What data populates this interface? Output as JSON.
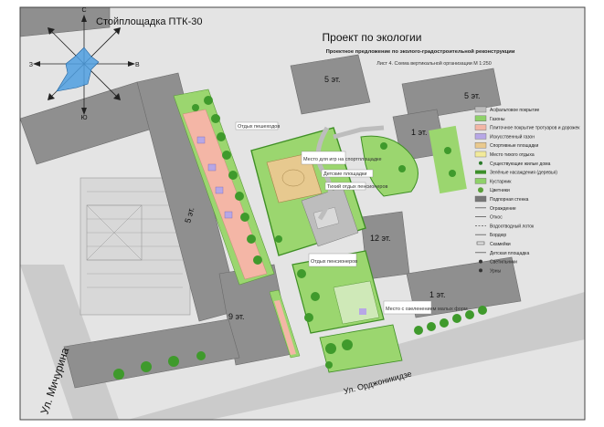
{
  "site": {
    "name": "Стойплощадка ПТК-30"
  },
  "compass": {
    "north": "С",
    "south": "Ю",
    "west": "З",
    "east": "В"
  },
  "header": {
    "title": "Проект по экологии",
    "subtitle": "Проектное предложение по эколого-градостроительной реконструкции",
    "sheet": "Лист 4. Схема вертикальной организации М 1:250"
  },
  "buildings": {
    "b_top_center": "5 эт.",
    "b_top_right": "5 эт.",
    "b_mid_right": "1 эт.",
    "b_left": "5 эт.",
    "b_tower": "12 эт.",
    "b_bottom": "9 эт.",
    "b_bottom_right": "1 эт."
  },
  "streets": {
    "michurina": "Ул. Мичурина",
    "ordzhonikidze": "Ул. Орджоникидзе"
  },
  "callouts": {
    "c1": "Отдых пешеходов",
    "c2": "Место для игр на спортплощадке",
    "c3": "Детские площадки",
    "c4": "Тихий отдых пенсионеров",
    "c5": "Отдых пенсионеров",
    "c6": "Место с озеленением малых форм"
  },
  "legend": [
    {
      "label": "Асфальтовое покрытие",
      "color": "#bdbdbd",
      "kind": "swatch"
    },
    {
      "label": "Газоны",
      "color": "#8fd16a",
      "kind": "swatch"
    },
    {
      "label": "Плиточное покрытие тротуаров и дорожек",
      "color": "#f3b6a6",
      "kind": "swatch"
    },
    {
      "label": "Искусственный газон",
      "color": "#b7a7e6",
      "kind": "swatch"
    },
    {
      "label": "Спортивные площадки",
      "color": "#e9c98e",
      "kind": "swatch"
    },
    {
      "label": "Место тихого отдыха",
      "color": "#f2ea9a",
      "kind": "swatch"
    },
    {
      "label": "Существующие жилые дома",
      "color": "#ffffff",
      "kind": "dot"
    },
    {
      "label": "Зелёные насаждения (деревья)",
      "color": "#3d8f2a",
      "kind": "hedge"
    },
    {
      "label": "Кустарник",
      "color": "#8fd16a",
      "kind": "swatch"
    },
    {
      "label": "Цветники",
      "color": "#5aa03a",
      "kind": "tree"
    },
    {
      "label": "Подпорная стенка",
      "color": "#777777",
      "kind": "swatch"
    },
    {
      "label": "Ограждение",
      "color": "#555555",
      "kind": "line"
    },
    {
      "label": "Откос",
      "color": "#555555",
      "kind": "line"
    },
    {
      "label": "Водоотводный лоток",
      "color": "#555555",
      "kind": "dash"
    },
    {
      "label": "Бордюр",
      "color": "#555555",
      "kind": "line"
    },
    {
      "label": "Скамейки",
      "color": "#555555",
      "kind": "bench"
    },
    {
      "label": "Детская площадка",
      "color": "#555555",
      "kind": "line"
    },
    {
      "label": "Светильники",
      "color": "#333333",
      "kind": "lamp"
    },
    {
      "label": "Урны",
      "color": "#333333",
      "kind": "bin"
    }
  ],
  "colors": {
    "building": "#8e8e8e",
    "asphalt": "#cfcfcf",
    "road": "#c4c4c4",
    "lawn": "#9bd66f",
    "tree": "#3f9a2c",
    "tile": "#f4b6a6",
    "sport": "#e7c98f",
    "rose_fill": "#4f9fe0",
    "frame": "#444444"
  }
}
